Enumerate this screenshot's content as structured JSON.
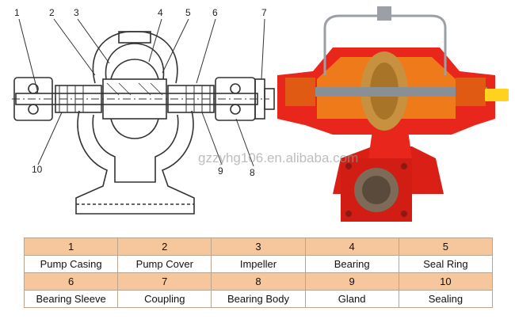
{
  "diagram": {
    "callouts": [
      "1",
      "2",
      "3",
      "4",
      "5",
      "6",
      "7",
      "8",
      "9",
      "10"
    ],
    "watermark": "gzzyhg106.en.alibaba.com",
    "colors": {
      "pump_body": "#e8261b",
      "cutaway": "#ef7a1a",
      "shaft_coupling": "#ffd21f",
      "table_header": "#f6c79c",
      "table_border": "#b9a58f"
    }
  },
  "parts": [
    {
      "number": "1",
      "name": "Pump Casing"
    },
    {
      "number": "2",
      "name": "Pump Cover"
    },
    {
      "number": "3",
      "name": "Impeller"
    },
    {
      "number": "4",
      "name": "Bearing"
    },
    {
      "number": "5",
      "name": "Seal Ring"
    },
    {
      "number": "6",
      "name": "Bearing Sleeve"
    },
    {
      "number": "7",
      "name": "Coupling"
    },
    {
      "number": "8",
      "name": "Bearing Body"
    },
    {
      "number": "9",
      "name": "Gland"
    },
    {
      "number": "10",
      "name": "Sealing"
    }
  ]
}
